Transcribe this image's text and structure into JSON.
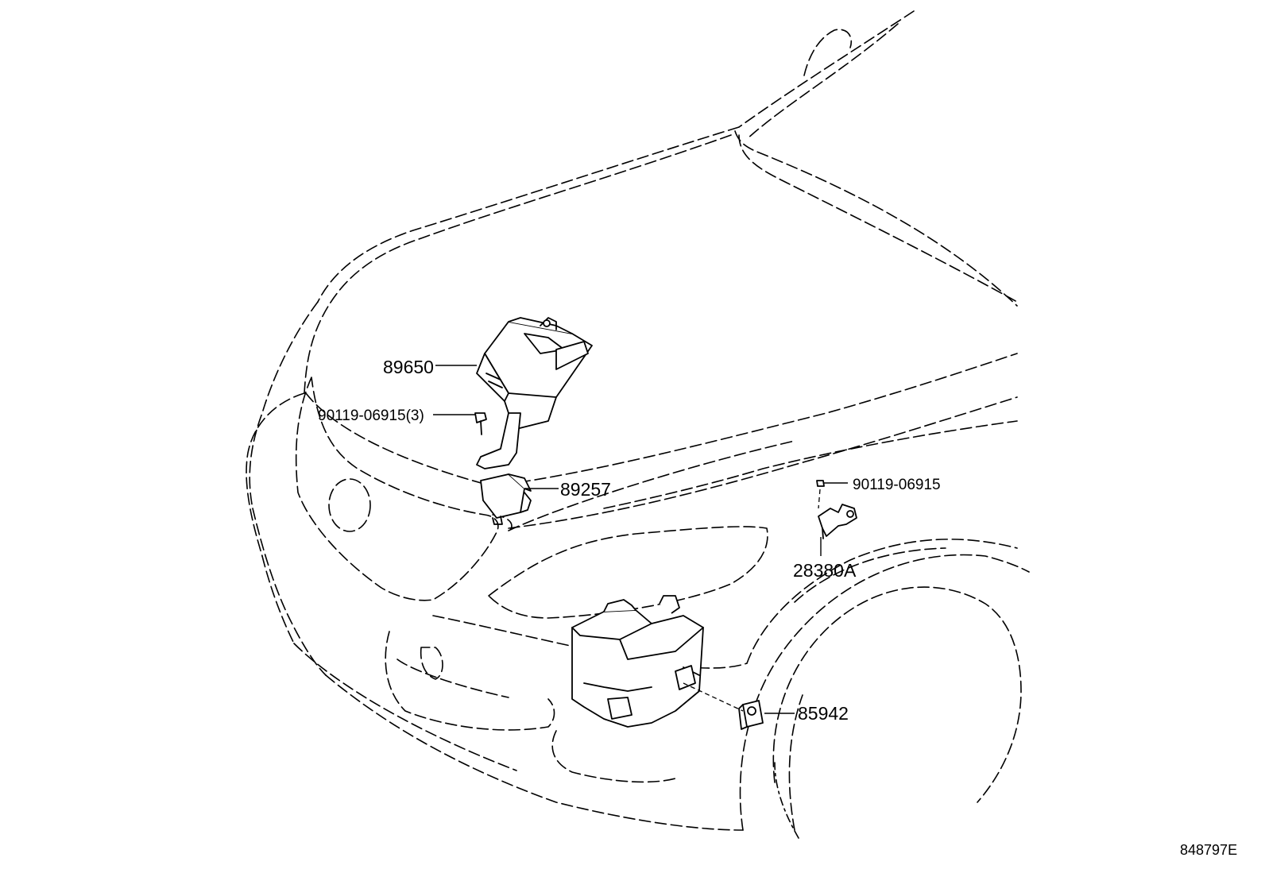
{
  "diagram": {
    "labels": {
      "p89650": "89650",
      "p90119_3": "90119-06915(3)",
      "p89257": "89257",
      "p90119": "90119-06915",
      "p28380a": "28380A",
      "p85942": "85942"
    },
    "figure_code": "848797E"
  }
}
